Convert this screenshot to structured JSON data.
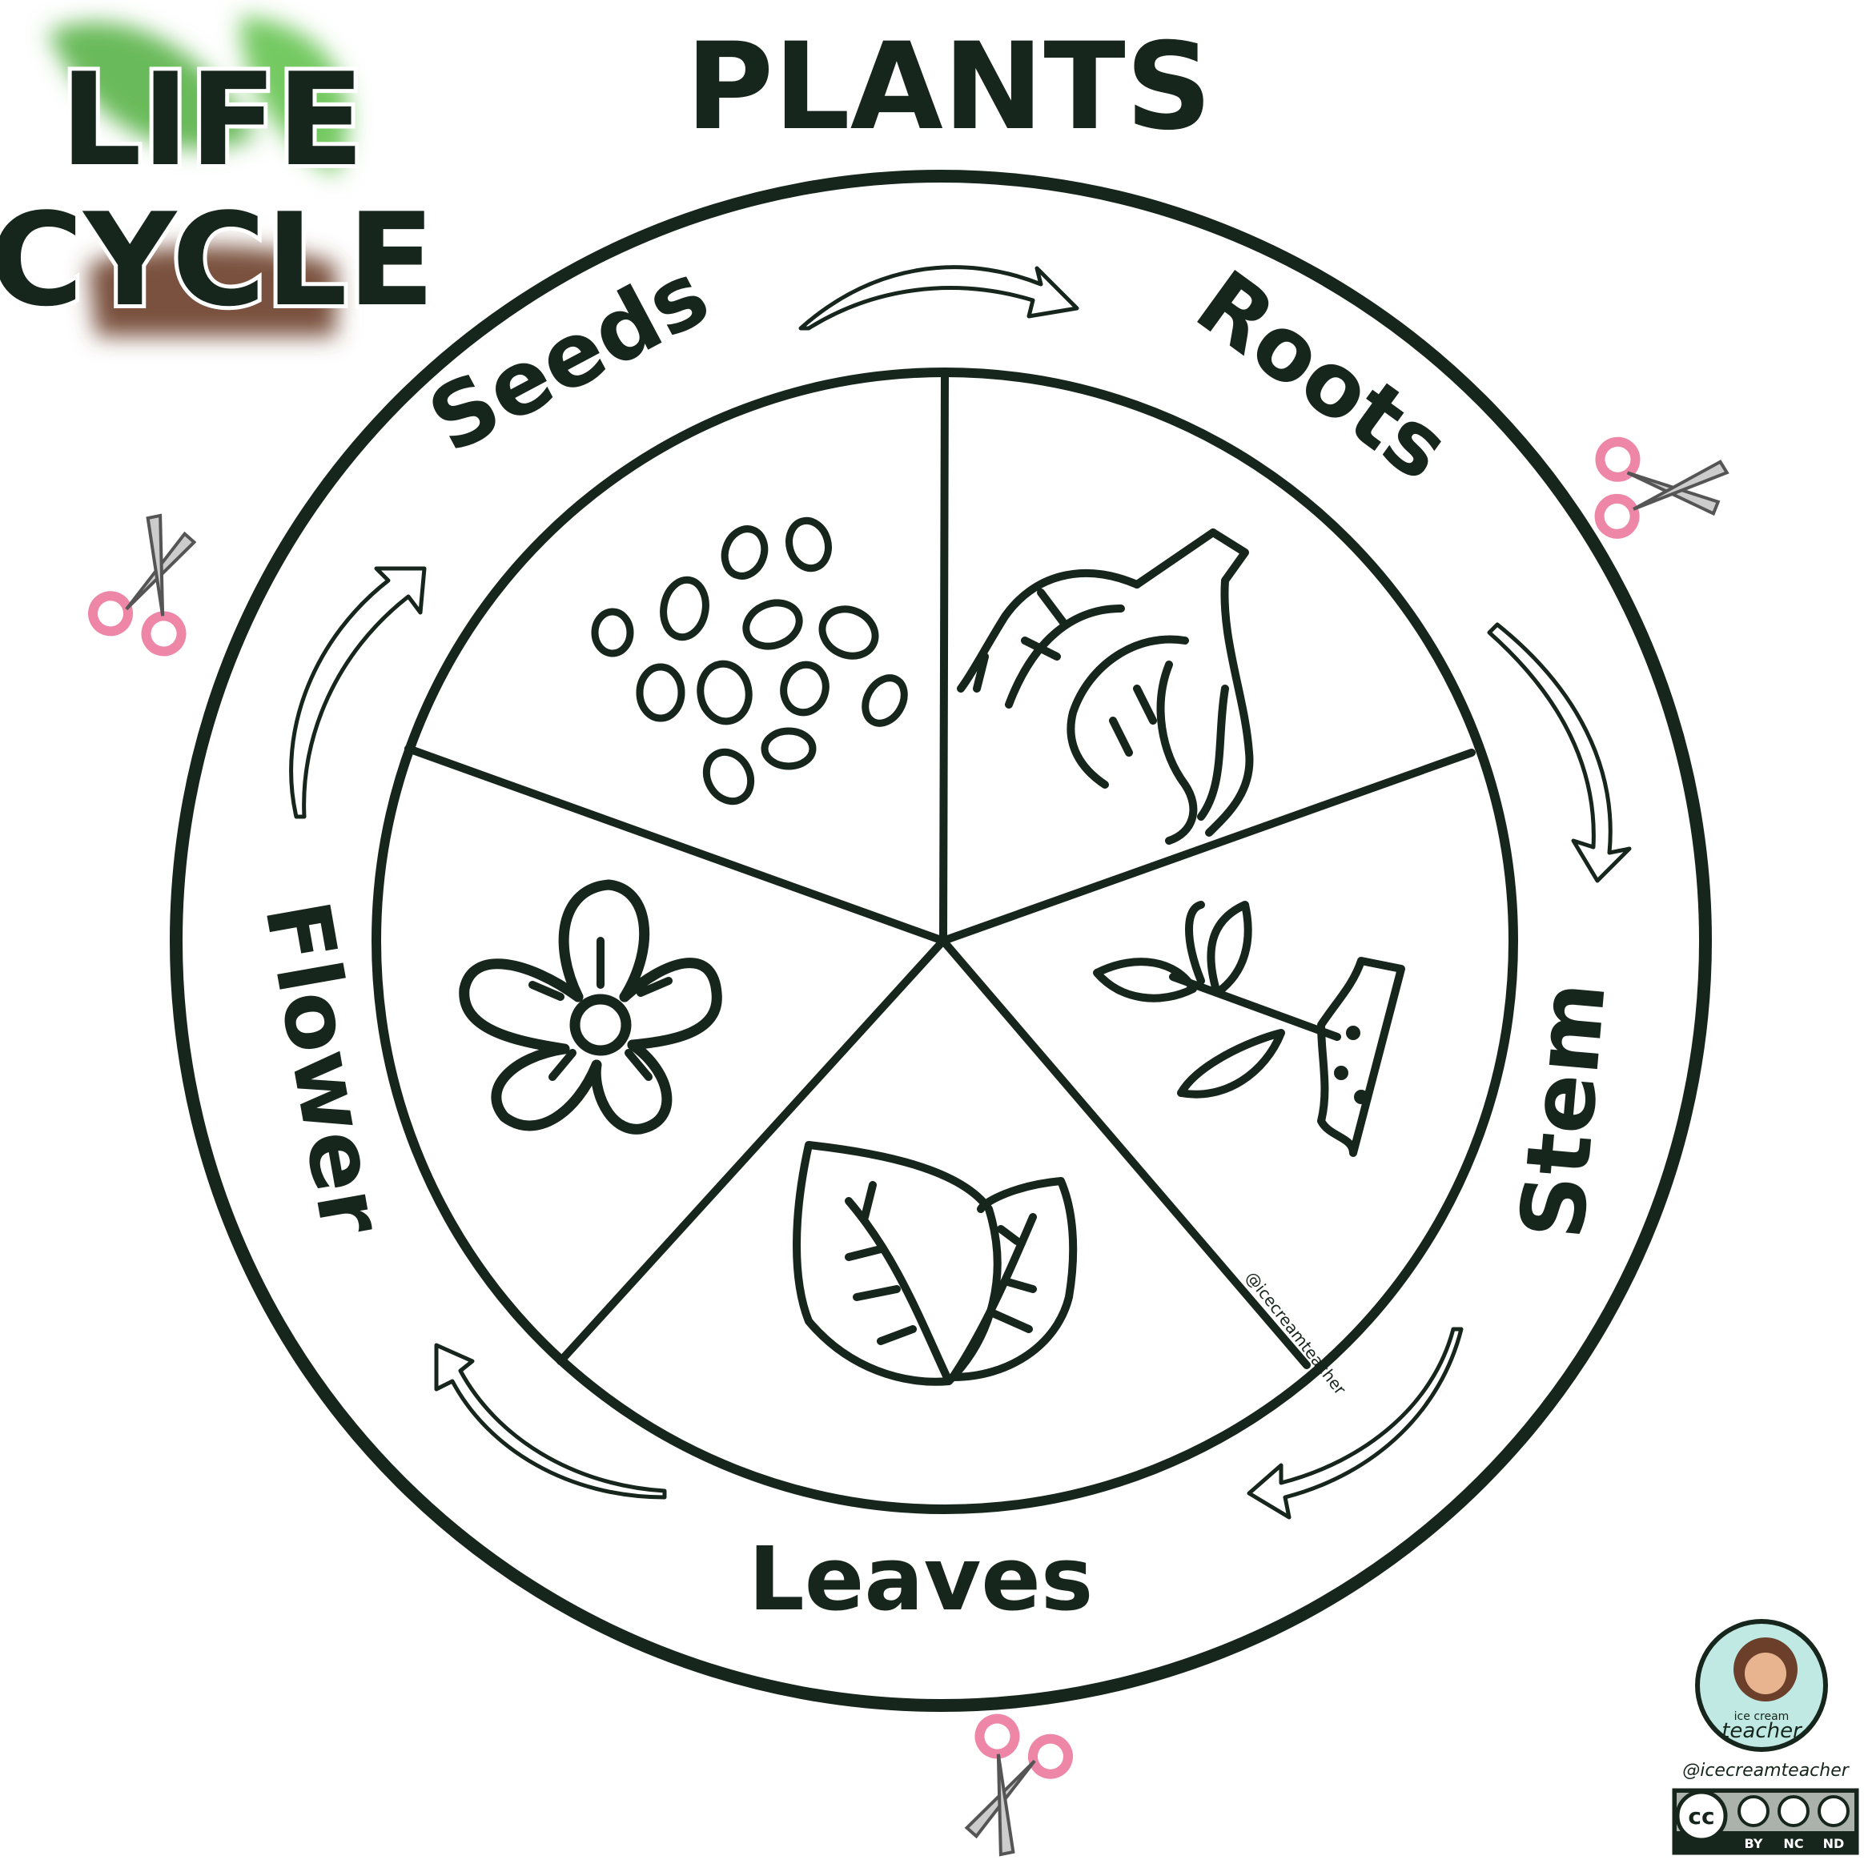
{
  "header": {
    "title_line1": "LIFE",
    "title_line2": "CYCLE",
    "subject": "PLANTS"
  },
  "cycle": {
    "stages": [
      {
        "label": "Seeds",
        "icon": "seeds-icon"
      },
      {
        "label": "Roots",
        "icon": "roots-icon"
      },
      {
        "label": "Stem",
        "icon": "sprout-icon"
      },
      {
        "label": "Leaves",
        "icon": "leaves-icon"
      },
      {
        "label": "Flower",
        "icon": "flower-icon"
      }
    ]
  },
  "credits": {
    "wedge_watermark": "@icecreamteacher",
    "handle": "@icecreamteacher",
    "logo_text_1": "ice cream",
    "logo_text_2": "teacher",
    "license": [
      "BY",
      "NC",
      "ND"
    ],
    "license_cc": "cc"
  },
  "colors": {
    "ink": "#17261d",
    "leaf_green": "#4fae3c",
    "soil_brown": "#6b3f2a",
    "scissor_pink": "#ee86a8",
    "logo_teal": "#bfe9e2"
  }
}
